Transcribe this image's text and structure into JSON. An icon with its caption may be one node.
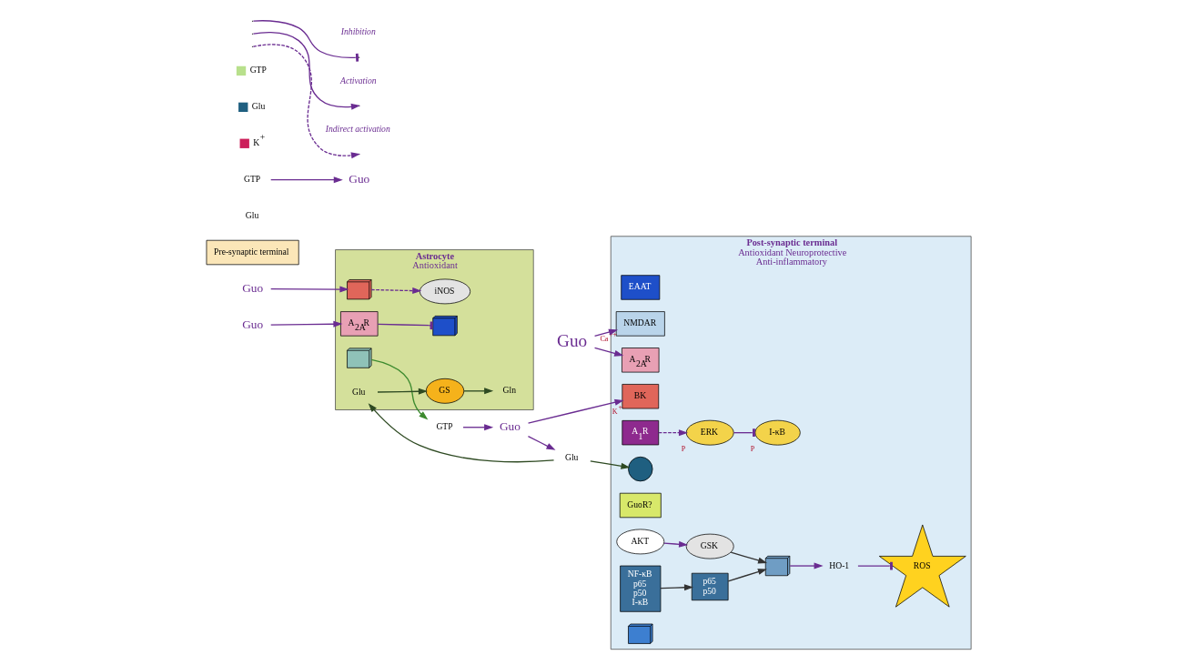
{
  "diagram": {
    "nodes": [
      {
        "text": [
          "Astrocyte",
          "Antioxidant"
        ]
      },
      {
        "text": [
          "Guo"
        ]
      },
      {
        "text": [],
        "shape": "picture",
        "in": 0
      },
      {
        "text": [
          "iNOS"
        ],
        "in": 0
      },
      {
        "text": [
          "GTP"
        ]
      },
      {
        "text": [],
        "shape": "picture",
        "in": 0
      },
      {
        "text": [
          "Guo"
        ]
      },
      {
        "text": [
          "Gln"
        ],
        "in": 0
      },
      {
        "text": [
          "Glu"
        ],
        "in": 0
      },
      {
        "text": [
          "GS"
        ],
        "in": 0
      },
      {
        "text": [],
        "shape": "picture",
        "in": 0
      },
      {
        "text": [
          "A$_{2A}$R"
        ],
        "in": 0
      },
      {
        "text": [
          "Guo"
        ]
      },
      {
        "text": [
          "Glu"
        ]
      },
      {
        "text": [
          "Pre-synaptic terminal"
        ]
      },
      {
        "text": [
          "Glu"
        ]
      },
      {
        "text": [
          "GTP"
        ]
      },
      {
        "text": [
          "Guo"
        ]
      },
      {
        "text": [
          "Guo"
        ]
      },
      {
        "text": [
          "Post-synaptic terminal",
          "Antioxidant Neuroprotective",
          "Anti-inflammatory"
        ]
      },
      {
        "text": [
          "EAAT"
        ],
        "in": 19
      },
      {
        "text": [],
        "shape": "circle",
        "in": 19
      },
      {
        "text": [
          "BK"
        ],
        "beside": [
          "K$^{+}$"
        ],
        "in": 19
      },
      {
        "text": [
          "NMDAR"
        ],
        "beside": [
          "Ca$^{++}$"
        ],
        "in": 19
      },
      {
        "text": [
          "A$_{1}$R"
        ],
        "in": 19
      },
      {
        "text": [
          "A$_{2A}$R"
        ],
        "in": 19
      },
      {
        "text": [
          "GuoR?"
        ],
        "in": 19
      },
      {
        "text": [
          "AKT"
        ],
        "in": 19
      },
      {
        "text": [
          "GSK"
        ],
        "in": 19
      },
      {
        "text": [
          "ERK"
        ],
        "beside": [
          "P"
        ],
        "in": 19
      },
      {
        "text": [
          "NF-κB",
          "p65",
          "p50",
          "I-κB"
        ],
        "in": 19
      },
      {
        "text": [
          "I-κB"
        ],
        "beside": [
          "P"
        ],
        "in": 19
      },
      {
        "text": [
          "p65",
          "p50"
        ],
        "in": 19
      },
      {
        "text": [],
        "shape": "picture",
        "in": 19
      },
      {
        "text": [],
        "shape": "picture",
        "in": 19
      },
      {
        "text": [
          "ROS"
        ],
        "in": 19
      },
      {
        "text": [
          "HO-1"
        ],
        "in": 19
      }
    ],
    "edges": [
      {
        "from": 1,
        "to": 2,
        "arrow": "to"
      },
      {
        "from": 2,
        "to": 3,
        "arrow": "to",
        "style": "dashed"
      },
      {
        "from": 5,
        "to": 4,
        "arrow": "to",
        "color": "#3c8a2e"
      },
      {
        "from": 4,
        "to": 6,
        "arrow": "to"
      },
      {
        "from": 6,
        "to": 13,
        "arrow": "to"
      },
      {
        "from": 6,
        "to": 22,
        "arrow": "to"
      },
      {
        "from": 13,
        "to": 8,
        "arrow": "to",
        "color": "#2e4a22"
      },
      {
        "from": 8,
        "to": 9,
        "arrow": "to",
        "color": "#2e4a22"
      },
      {
        "from": 9,
        "to": 7,
        "arrow": "to",
        "color": "#2e4a22"
      },
      {
        "from": 11,
        "to": 10,
        "arrow": "other"
      },
      {
        "from": 12,
        "to": 11,
        "arrow": "to"
      },
      {
        "from": 13,
        "to": 21,
        "arrow": "to",
        "color": "#2e4a22"
      },
      {
        "from": 16,
        "to": 17,
        "arrow": "to"
      },
      {
        "from": 18,
        "to": 23,
        "arrow": "to"
      },
      {
        "from": 18,
        "to": 25,
        "arrow": "to"
      },
      {
        "from": 24,
        "to": 29,
        "arrow": "to",
        "style": "dashed"
      },
      {
        "from": 27,
        "to": 28,
        "arrow": "to"
      },
      {
        "from": 28,
        "to": 33,
        "arrow": "to",
        "color": "#333333"
      },
      {
        "from": 29,
        "to": 31,
        "arrow": "other"
      },
      {
        "from": 30,
        "to": 32,
        "arrow": "to",
        "color": "#333333"
      },
      {
        "from": 32,
        "to": 33,
        "arrow": "to",
        "color": "#333333"
      },
      {
        "from": 33,
        "to": 36,
        "arrow": "to"
      },
      {
        "from": 36,
        "to": 35,
        "arrow": "other"
      }
    ],
    "legend": [
      {
        "text": "Inhibition"
      },
      {
        "text": "Activation"
      },
      {
        "text": "Indirect activation"
      },
      {
        "text": "GTP",
        "color": "#b8e08c"
      },
      {
        "text": "Glu",
        "color": "#1f5f80"
      },
      {
        "text": "K$^{+}$",
        "color": "#cc1f5a"
      }
    ]
  }
}
